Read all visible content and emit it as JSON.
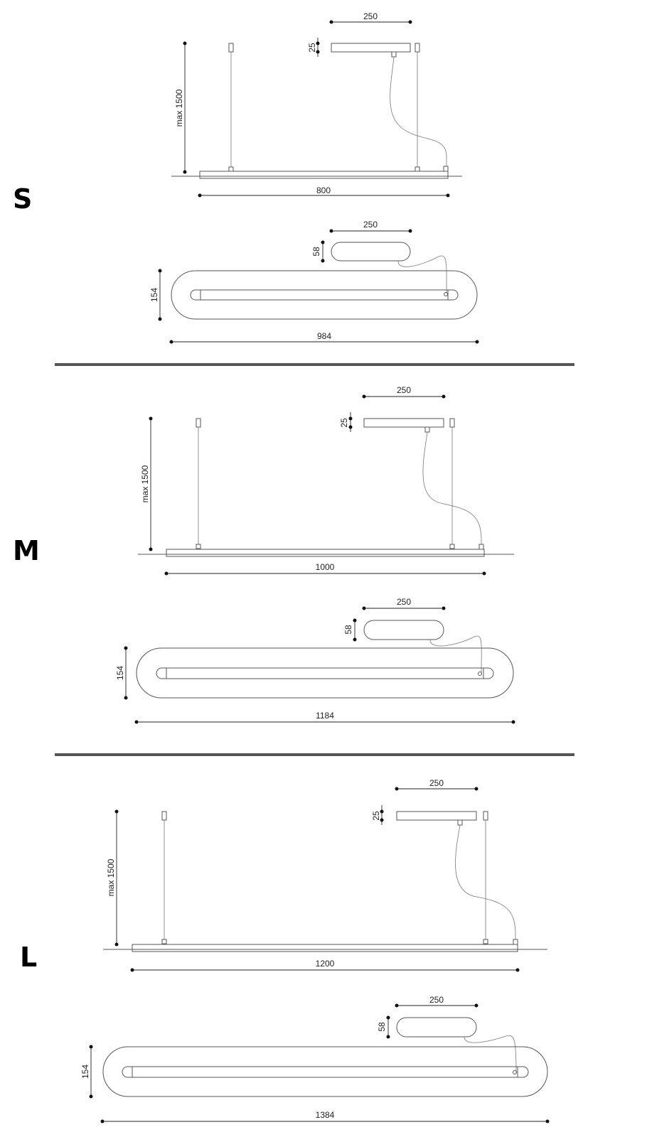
{
  "sizes": [
    {
      "label": "S",
      "side": {
        "canopy_width": "250",
        "canopy_height": "25",
        "drop": "max 1500",
        "length": "800"
      },
      "top": {
        "canopy_width": "250",
        "canopy_height": "58",
        "width": "154",
        "length": "984"
      }
    },
    {
      "label": "M",
      "side": {
        "canopy_width": "250",
        "canopy_height": "25",
        "drop": "max 1500",
        "length": "1000"
      },
      "top": {
        "canopy_width": "250",
        "canopy_height": "58",
        "width": "154",
        "length": "1184"
      }
    },
    {
      "label": "L",
      "side": {
        "canopy_width": "250",
        "canopy_height": "25",
        "drop": "max 1500",
        "length": "1200"
      },
      "top": {
        "canopy_width": "250",
        "canopy_height": "58",
        "width": "154",
        "length": "1384"
      }
    }
  ]
}
